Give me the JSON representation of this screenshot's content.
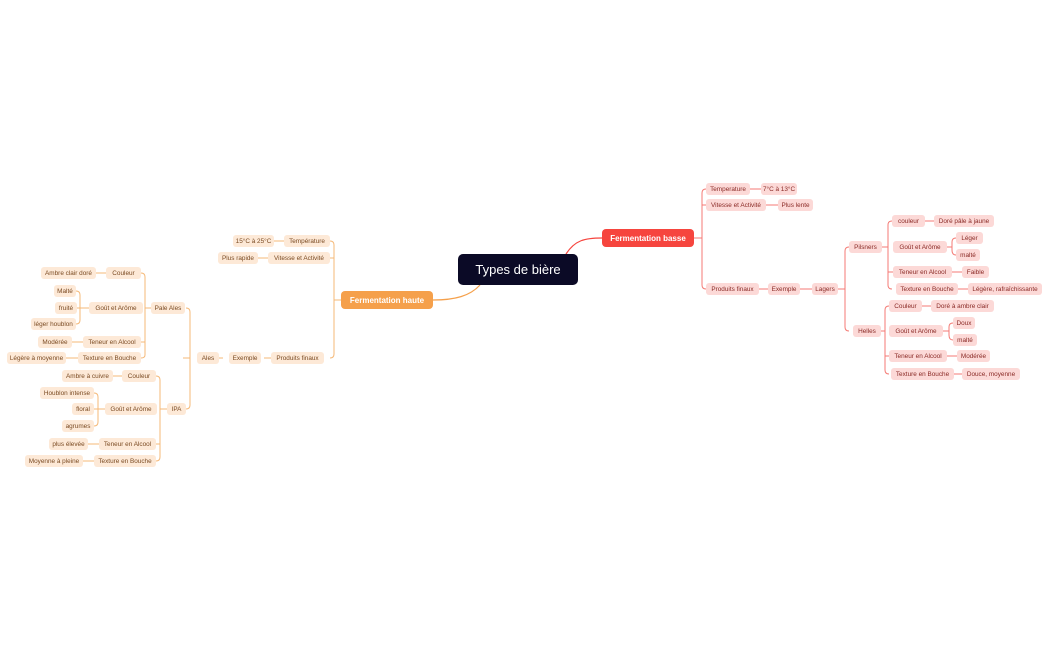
{
  "colors": {
    "root_bg": "#0b0a26",
    "right_branch": "#f6453e",
    "right_sub_bg": "#fcd9d7",
    "right_line": "#f47a74",
    "left_branch": "#f5a04b",
    "left_sub_bg": "#fde9d7",
    "left_line": "#f5b877"
  },
  "root": {
    "label": "Types de bière"
  },
  "right": {
    "label": "Fermentation basse",
    "temperature": {
      "label": "Temperature",
      "value": "7°C à 13°C"
    },
    "vitesse": {
      "label": "Vitesse et Activité",
      "value": "Plus lente"
    },
    "produits": {
      "label": "Produits finaux",
      "exemple": "Exemple",
      "lagers": "Lagers",
      "pilsners": {
        "label": "Pilsners",
        "couleur": {
          "label": "couleur",
          "value": "Doré pâle à jaune"
        },
        "gout": {
          "label": "Goût et Arôme",
          "values": [
            "Léger",
            "malté"
          ]
        },
        "alcool": {
          "label": "Teneur en Alcool",
          "value": "Faible"
        },
        "texture": {
          "label": "Texture en Bouche",
          "value": "Légère, rafraîchissante"
        }
      },
      "helles": {
        "label": "Helles",
        "couleur": {
          "label": "Couleur",
          "value": "Doré à ambre clair"
        },
        "gout": {
          "label": "Goût et Arôme",
          "values": [
            "Doux",
            "malté"
          ]
        },
        "alcool": {
          "label": "Teneur en Alcool",
          "value": "Modérée"
        },
        "texture": {
          "label": "Texture en Bouche",
          "value": "Douce, moyenne"
        }
      }
    }
  },
  "left": {
    "label": "Fermentation haute",
    "temperature": {
      "label": "Température",
      "value": "15°C à 25°C"
    },
    "vitesse": {
      "label": "Vitesse et Activité",
      "value": "Plus rapide"
    },
    "produits": {
      "label": "Produits finaux",
      "exemple": "Exemple",
      "ales": "Ales",
      "pale_ales": {
        "label": "Pale Ales",
        "couleur": {
          "label": "Couleur",
          "value": "Ambre clair doré"
        },
        "gout": {
          "label": "Goût et Arôme",
          "values": [
            "Malté",
            "fruité",
            "léger houblon"
          ]
        },
        "alcool": {
          "label": "Teneur en Alcool",
          "value": "Modérée"
        },
        "texture": {
          "label": "Texture en Bouche",
          "value": "Légère à moyenne"
        }
      },
      "ipa": {
        "label": "IPA",
        "couleur": {
          "label": "Couleur",
          "value": "Ambre à cuivre"
        },
        "gout": {
          "label": "Goût et Arôme",
          "values": [
            "Houblon intense",
            "floral",
            "agrumes"
          ]
        },
        "alcool": {
          "label": "Teneur en Alcool",
          "value": "plus élevée"
        },
        "texture": {
          "label": "Texture en Bouche",
          "value": "Moyenne à pleine"
        }
      }
    }
  }
}
